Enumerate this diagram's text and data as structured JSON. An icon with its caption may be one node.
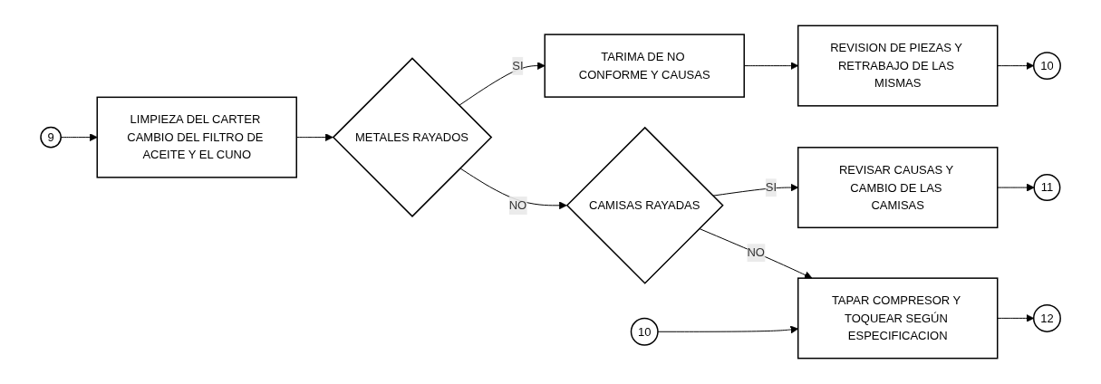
{
  "diagram": {
    "nodes": [
      {
        "text": [
          "9"
        ]
      },
      {
        "text": [
          "LIMPIEZA DEL CARTER CAMBIO DEL FILTRO DE ACEITE Y EL CUNO"
        ]
      },
      {
        "text": [
          "METALES RAYADOS"
        ]
      },
      {
        "text": [
          "CAMISAS RAYADAS"
        ]
      },
      {
        "text": [
          "TAPAR COMPRESOR Y TOQUEAR SEGÚN ESPECIFICACION"
        ]
      },
      {
        "text": [
          "12"
        ]
      },
      {
        "text": [
          "TARIMA DE NO CONFORME Y CAUSAS"
        ]
      },
      {
        "text": [
          "REVISAR CAUSAS Y CAMBIO DE LAS CAMISAS"
        ]
      },
      {
        "text": [
          "10"
        ]
      },
      {
        "text": [
          "REVISION DE PIEZAS Y RETRABAJO DE LAS MISMAS"
        ]
      },
      {
        "text": [
          "11"
        ]
      },
      {
        "text": [
          "10"
        ]
      }
    ],
    "edges": [
      {
        "from": 0,
        "to": 1,
        "arrow": "to"
      },
      {
        "from": 1,
        "to": 2,
        "arrow": "to"
      },
      {
        "from": 2,
        "to": 3,
        "arrow": "to",
        "label": "NO"
      },
      {
        "from": 3,
        "to": 4,
        "arrow": "to",
        "label": "NO"
      },
      {
        "from": 4,
        "to": 5,
        "arrow": "to"
      },
      {
        "from": 2,
        "to": 6,
        "arrow": "to",
        "label": "SI"
      },
      {
        "from": 3,
        "to": 7,
        "arrow": "to",
        "label": "SI"
      },
      {
        "from": 8,
        "to": 4,
        "arrow": "to"
      },
      {
        "from": 6,
        "to": 9,
        "arrow": "to"
      },
      {
        "from": 7,
        "to": 10,
        "arrow": "to"
      },
      {
        "from": 9,
        "to": 11,
        "arrow": "to"
      }
    ]
  }
}
